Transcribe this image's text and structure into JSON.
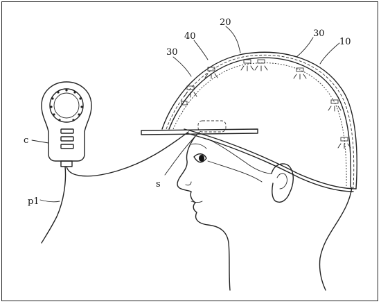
{
  "labels": {
    "l20": "20",
    "l40": "40",
    "l30a": "30",
    "l30b": "30",
    "l10": "10",
    "lc": "c",
    "ls": "s",
    "lp1": "p1"
  }
}
